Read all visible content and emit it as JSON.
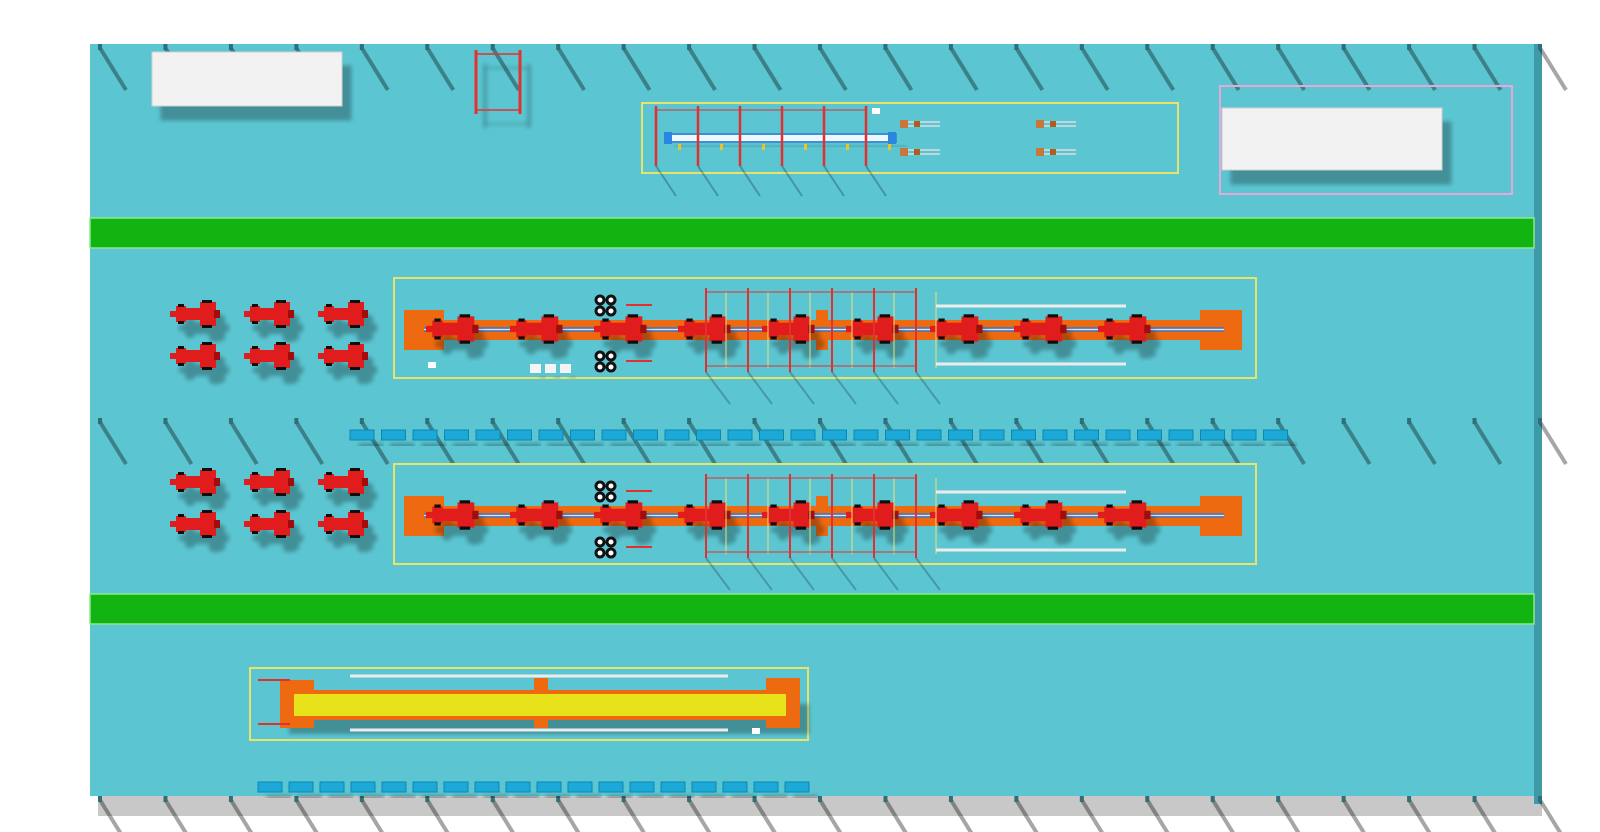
{
  "colors": {
    "floor": "#5bc6d2",
    "floor_edge": "#3e9aa6",
    "lane": "#11b411",
    "lane_edge": "#8ee88e",
    "zone_border": "#e8e36a",
    "zone_border_pink": "#e6a8d8",
    "rail": "#ee6a10",
    "tractor": "#e11b1b",
    "tractor_dark": "#a10f0f",
    "frame": "#e23030",
    "cabinet": "#f2f2f2",
    "bin": "#1aa9d8",
    "test_bed": "#e7e21a",
    "shadow": "rgba(0,0,0,0.28)"
  },
  "scene": {
    "name": "tractor-assembly-factory-floor",
    "top_area": {
      "cabinets": [
        "cabinet",
        "cabinet"
      ],
      "frame_station": "frame-station",
      "conveyor_zone": {
        "frames": 6,
        "small_robots": 4
      }
    },
    "lanes": [
      "lane-top",
      "lane-bottom"
    ],
    "assembly_lines": [
      {
        "id": "line-1",
        "tractors_on_line": 9,
        "gantry_frames": 6,
        "wheel_sets": 2
      },
      {
        "id": "line-2",
        "tractors_on_line": 9,
        "gantry_frames": 6,
        "wheel_sets": 2
      }
    ],
    "parked_tractors": {
      "rows": 4,
      "per_row": 3
    },
    "bins": {
      "middle_row": 30,
      "bottom_row": 18
    },
    "test_line": {
      "id": "test-line"
    },
    "poles": {
      "top_row": 23,
      "middle_row": 23,
      "bottom_row": 23
    }
  }
}
